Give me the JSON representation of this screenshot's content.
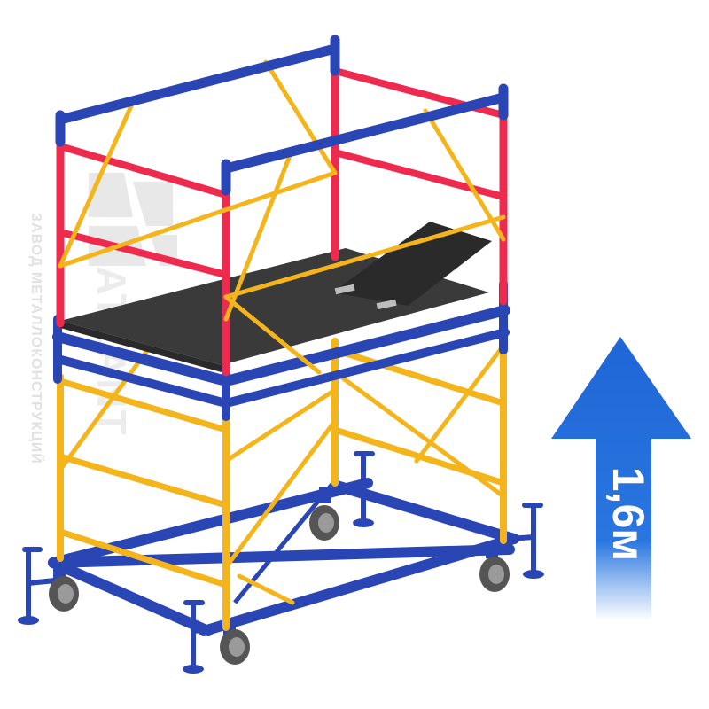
{
  "product": {
    "height_label": "1,6м",
    "watermark_caption": "ЗАВОД МЕТАЛЛОКОНСТРУКЦИЙ",
    "watermark_brand": "ATLANT"
  },
  "colors": {
    "frame_blue": "#2a45b4",
    "frame_red": "#ee2b4e",
    "frame_yellow": "#f4b51c",
    "deck_dark": "#3a3a3a",
    "arrow_blue": "#1f66d6",
    "wheel_gray": "#666666"
  },
  "icons": {
    "arrow": "up-arrow-icon",
    "logo": "atlant-logo-icon"
  }
}
